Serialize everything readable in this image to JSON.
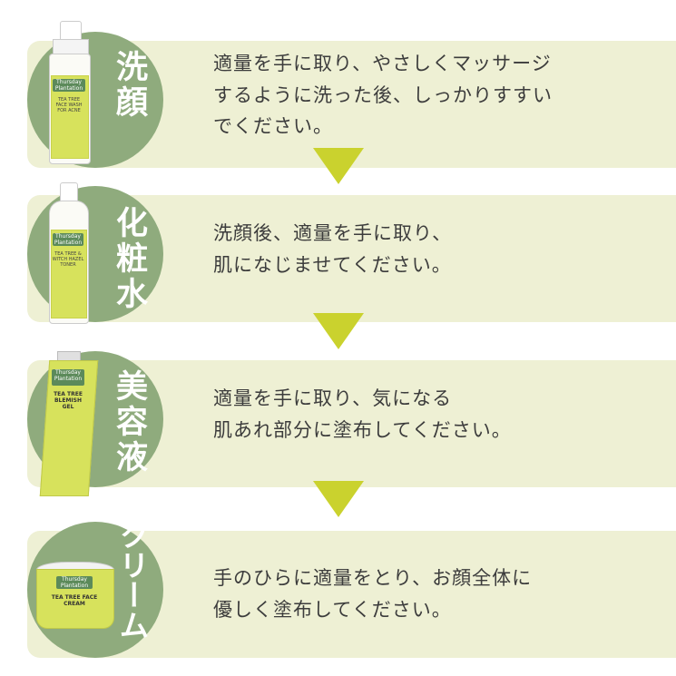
{
  "steps": [
    {
      "label": "洗顔",
      "text_lines": [
        "適量を手に取り、やさしくマッサージ",
        "するように洗った後、しっかりすすい",
        "でください。"
      ],
      "product": {
        "brand": "Thursday Plantation",
        "name": "TEA TREE FACE WASH FOR ACNE"
      }
    },
    {
      "label": "化粧水",
      "text_lines": [
        "洗顔後、適量を手に取り、",
        "肌になじませてください。"
      ],
      "product": {
        "brand": "Thursday Plantation",
        "name": "TEA TREE & WITCH HAZEL TONER"
      }
    },
    {
      "label": "美容液",
      "text_lines": [
        "適量を手に取り、気になる",
        "肌あれ部分に塗布してください。"
      ],
      "product": {
        "brand": "Thursday Plantation",
        "name": "TEA TREE BLEMISH GEL"
      }
    },
    {
      "label": "クリーム",
      "text_lines": [
        "手のひらに適量をとり、お顔全体に",
        "優しく塗布してください。"
      ],
      "product": {
        "brand": "Thursday Plantation",
        "name": "TEA TREE FACE CREAM"
      }
    }
  ],
  "colors": {
    "panel": "#eef0d4",
    "circle": "#8fab7d",
    "arrow": "#cad22e",
    "text": "#3c3c3c"
  }
}
